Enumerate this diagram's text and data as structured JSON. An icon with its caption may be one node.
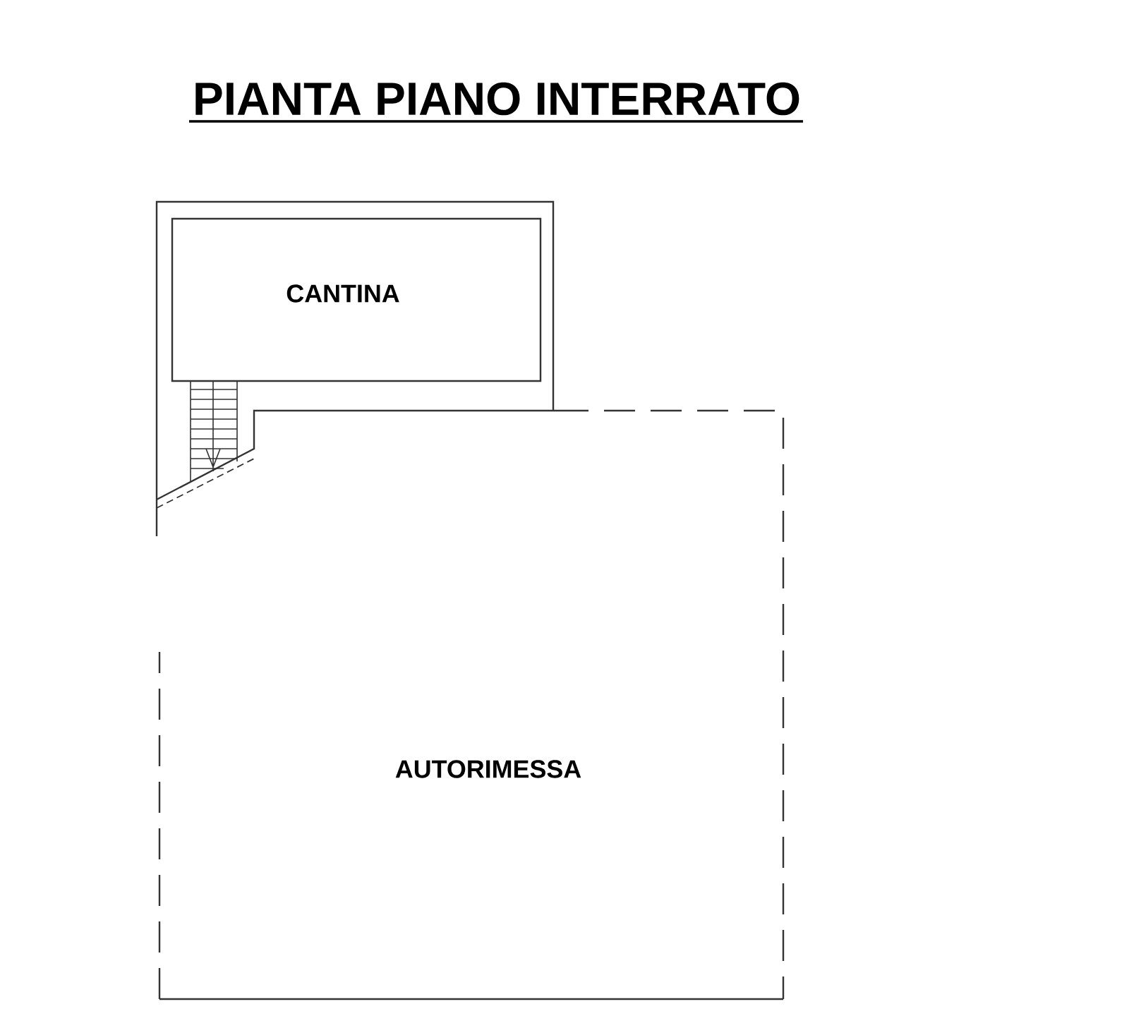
{
  "diagram": {
    "title": "PIANTA PIANO INTERRATO",
    "nodes": [
      {
        "text": [
          "CANTINA"
        ]
      },
      {
        "text": [
          "AUTORIMESSA"
        ]
      }
    ]
  }
}
